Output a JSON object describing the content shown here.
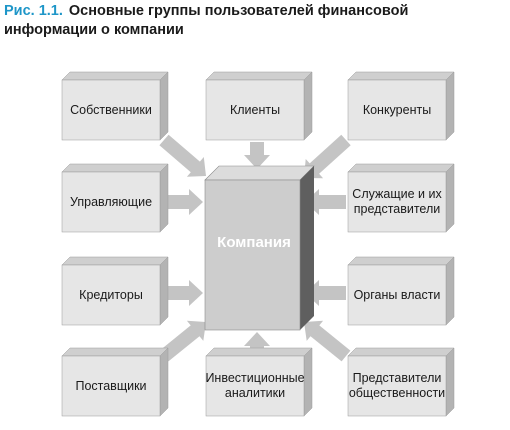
{
  "figure": {
    "number": "Рис. 1.1.",
    "title": "Основные группы пользователей финансовой информации о компании"
  },
  "center": {
    "label": "Компания"
  },
  "groups": [
    {
      "label": "Собственники"
    },
    {
      "label": "Клиенты"
    },
    {
      "label": "Конкуренты"
    },
    {
      "label": "Управляющие"
    },
    {
      "label": "Служащие и их\nпредставители"
    },
    {
      "label": "Кредиторы"
    },
    {
      "label": "Органы власти"
    },
    {
      "label": "Поставщики"
    },
    {
      "label": "Инвестиционные\nаналитики"
    },
    {
      "label": "Представители\nобщественности"
    }
  ],
  "colors": {
    "box_face": "#e6e6e6",
    "box_top": "#cfcfcf",
    "box_side": "#b3b3b3",
    "box_outline": "#9a9a9a",
    "center_face": "#cdcdcd",
    "center_top": "#dcdcdc",
    "center_side": "#5f5f5f",
    "arrow": "#c4c4c4",
    "caption_number": "#1e96c8"
  }
}
